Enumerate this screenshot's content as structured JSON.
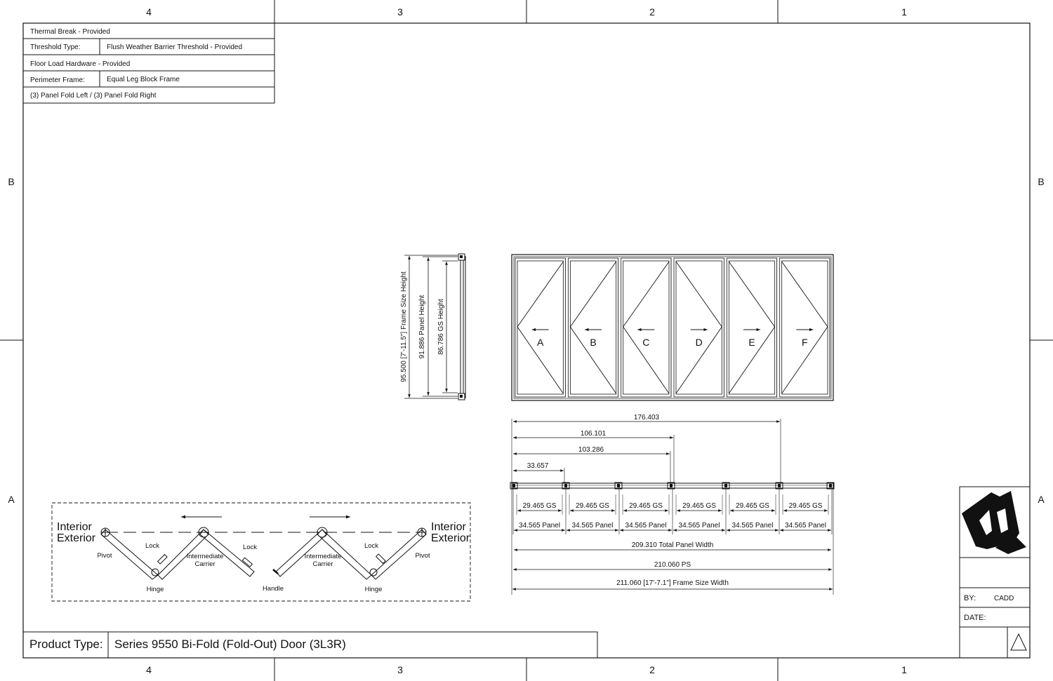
{
  "border": {
    "col_labels": [
      "4",
      "3",
      "2",
      "1"
    ],
    "row_labels": [
      "B",
      "A"
    ]
  },
  "spec_table": {
    "thermal_break": "Thermal Break - Provided",
    "threshold_label": "Threshold Type:",
    "threshold_value": "Flush Weather Barrier Threshold - Provided",
    "floor_load": "Floor Load Hardware - Provided",
    "perimeter_label": "Perimeter Frame:",
    "perimeter_value": "Equal Leg Block Frame",
    "config": "(3) Panel Fold Left / (3) Panel Fold Right"
  },
  "side_view": {
    "frame_height": "95.500 [7'-11.5\"] Frame Size Height",
    "panel_height": "91.886 Panel Height",
    "gs_height": "86.786 GS Height"
  },
  "elevation": {
    "panel_letters": [
      "A",
      "B",
      "C",
      "D",
      "E",
      "F"
    ]
  },
  "plan_dims": {
    "d1": "176.403",
    "d2": "106.101",
    "d3": "103.286",
    "d4": "33.657",
    "gs": "29.465 GS",
    "panel": "34.565 Panel",
    "total_panel": "209.310 Total Panel Width",
    "ps": "210.060 PS",
    "frame_width": "211.060 [17'-7.1\"] Frame Size Width"
  },
  "fold_diagram": {
    "interior": "Interior",
    "exterior": "Exterior",
    "pivot": "Pivot",
    "lock": "Lock",
    "hinge": "Hinge",
    "intermediate_carrier_1": "Intermediate",
    "intermediate_carrier_2": "Carrier",
    "handle": "Handle"
  },
  "title_block": {
    "by_label": "BY:",
    "by_value": "CADD",
    "date_label": "DATE:"
  },
  "product": {
    "label": "Product Type:",
    "value": "Series 9550 Bi-Fold (Fold-Out) Door (3L3R)"
  }
}
